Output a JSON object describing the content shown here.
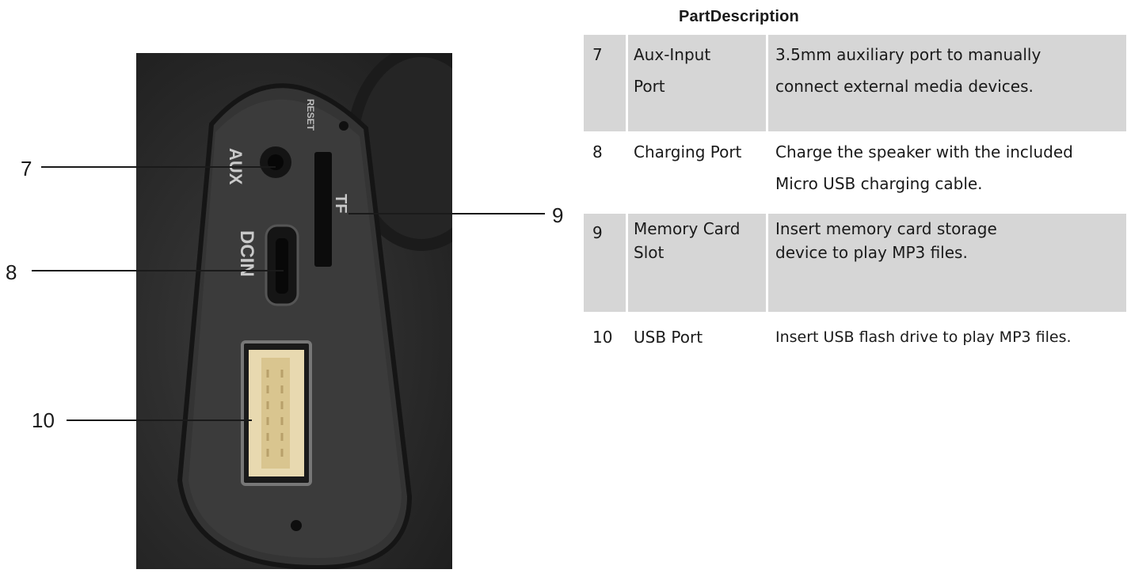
{
  "table": {
    "title": "PartDescription",
    "rows": [
      {
        "num": "7",
        "name": [
          "Aux-Input",
          "Port"
        ],
        "desc": [
          "3.5mm auxiliary port to manually",
          "connect external media devices."
        ]
      },
      {
        "num": "8",
        "name": [
          "Charging Port"
        ],
        "desc": [
          "Charge the speaker with the included",
          "Micro USB charging cable."
        ]
      },
      {
        "num": "9",
        "name": [
          "Memory Card",
          "Slot"
        ],
        "desc": [
          "Insert memory card storage",
          "device to play MP3 files."
        ]
      },
      {
        "num": "10",
        "name": [
          "USB Port"
        ],
        "desc": [
          "Insert USB flash drive to play MP3 files."
        ]
      }
    ]
  },
  "photo": {
    "labels": {
      "aux": "AUX",
      "reset": "RESET",
      "tf": "TF",
      "dcin": "DCIN"
    }
  },
  "callouts": [
    "7",
    "8",
    "9",
    "10"
  ],
  "colors": {
    "row_shade": "#d6d6d6",
    "panel": "#2e2e2e",
    "usb_insert": "#e8d9b0"
  }
}
